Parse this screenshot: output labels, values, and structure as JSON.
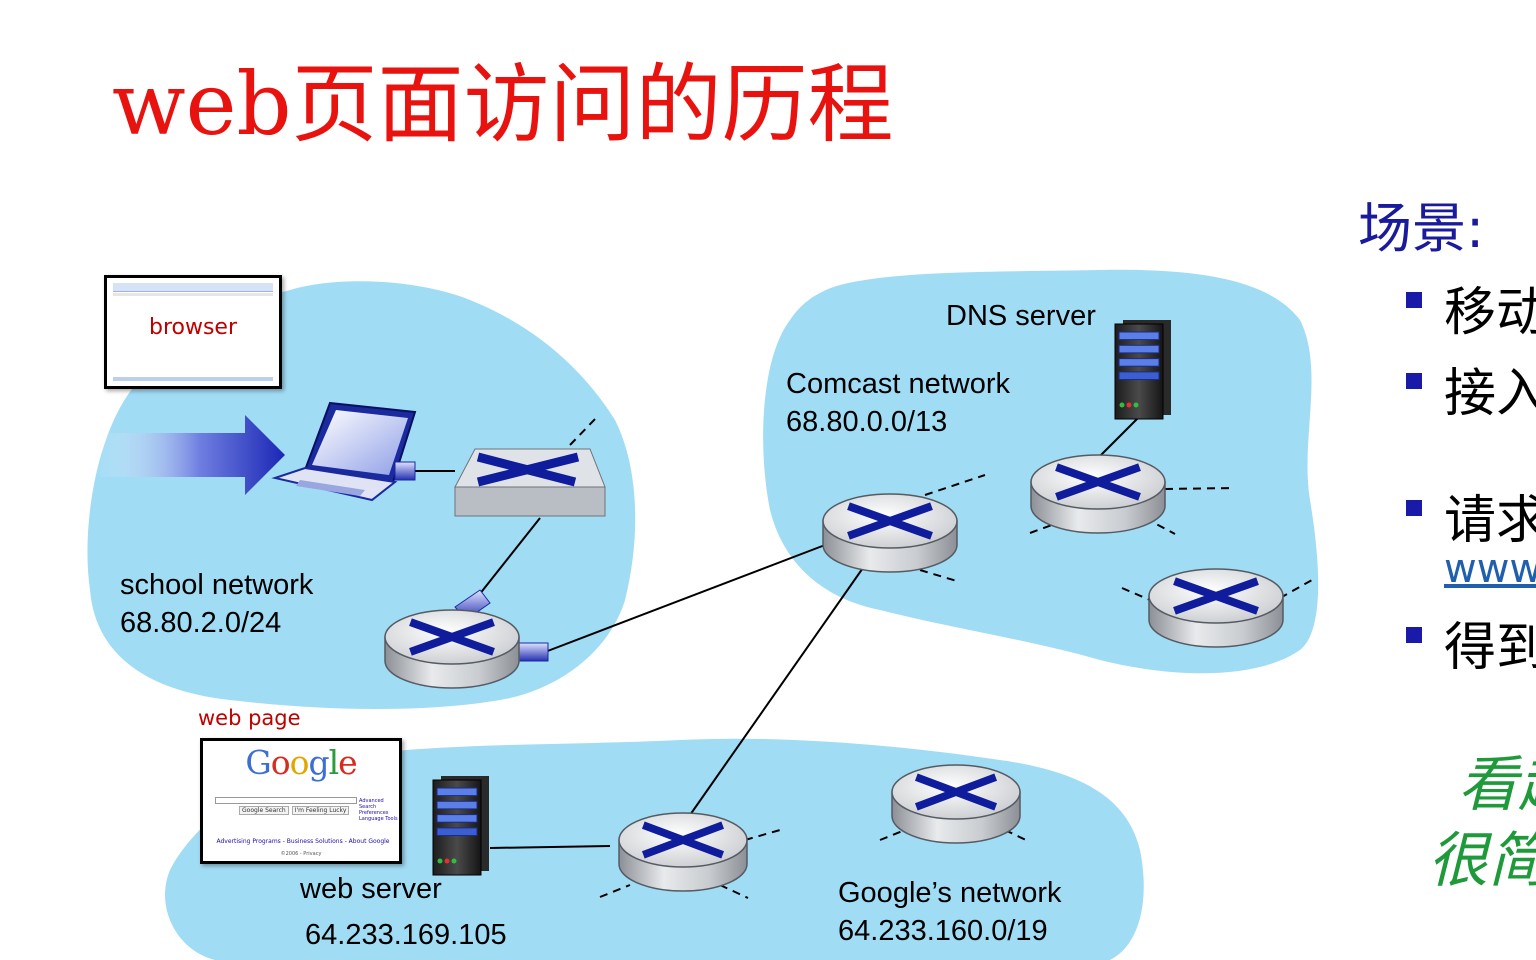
{
  "title": "web页面访问的历程",
  "colors": {
    "title": "#e8130f",
    "cloud": "#a1dcf5",
    "router_x": "#0f1d9c",
    "scene_title": "#1a1a9c",
    "green_note": "#1f9a3a",
    "link": "#1f5fae"
  },
  "labels": {
    "browser": "browser",
    "web_page": "web page",
    "dns_server": "DNS server",
    "comcast_name": "Comcast network",
    "comcast_prefix": "68.80.0.0/13",
    "school_name": "school network",
    "school_prefix": "68.80.2.0/24",
    "web_server": "web server",
    "web_server_ip": "64.233.169.105",
    "google_name": "Google’s network",
    "google_prefix": "64.233.160.0/19"
  },
  "google_page": {
    "logo_letters": [
      "G",
      "o",
      "o",
      "g",
      "l",
      "e"
    ],
    "logo_colors": [
      "#3c6ed5",
      "#d62d20",
      "#e3a600",
      "#3c6ed5",
      "#2b9b3f",
      "#d62d20"
    ],
    "buttons": [
      "Google Search",
      "I'm Feeling Lucky"
    ],
    "side_links": [
      "Advanced Search",
      "Preferences",
      "Language Tools"
    ],
    "footer": "Advertising Programs - Business Solutions - About Google",
    "copyright": "©2006 - Privacy"
  },
  "side": {
    "scene_title": "场景:",
    "bullets": [
      "移动",
      "接入",
      "请求",
      "得到"
    ],
    "link_fragment": "www",
    "note_lines": [
      "看起",
      "很简"
    ]
  },
  "icons": [
    "laptop-icon",
    "switch-icon",
    "router-icon",
    "server-icon",
    "arrow-icon"
  ]
}
